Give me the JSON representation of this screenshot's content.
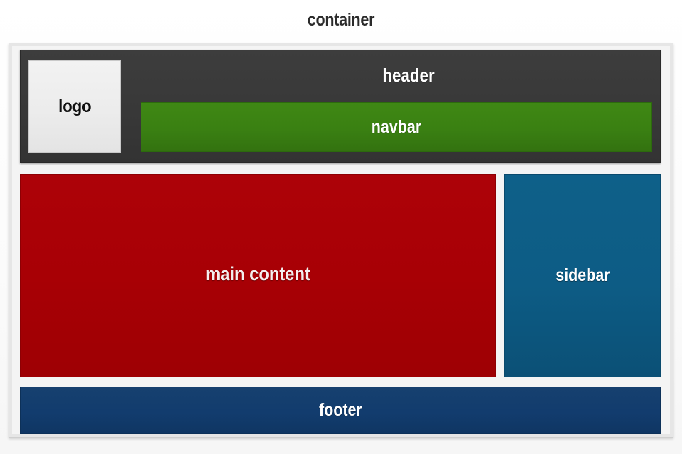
{
  "diagram": {
    "title": "container",
    "type": "page-layout-wireframe",
    "regions": {
      "header": {
        "label": "header",
        "color": "#383838",
        "text_color": "#ffffff"
      },
      "logo": {
        "label": "logo",
        "color": "#ececec",
        "text_color": "#101010"
      },
      "navbar": {
        "label": "navbar",
        "color": "#3a8012",
        "text_color": "#ffffff"
      },
      "main_content": {
        "label": "main content",
        "color": "#a80005",
        "text_color": "#f4eeee"
      },
      "sidebar": {
        "label": "sidebar",
        "color": "#0d5c85",
        "text_color": "#ffffff"
      },
      "footer": {
        "label": "footer",
        "color": "#123c6e",
        "text_color": "#ffffff"
      }
    },
    "container": {
      "background": "#f4f4f4",
      "border_color": "#cfcfcf"
    },
    "page_background": "#ffffff",
    "title_color": "#2b2b2b"
  }
}
